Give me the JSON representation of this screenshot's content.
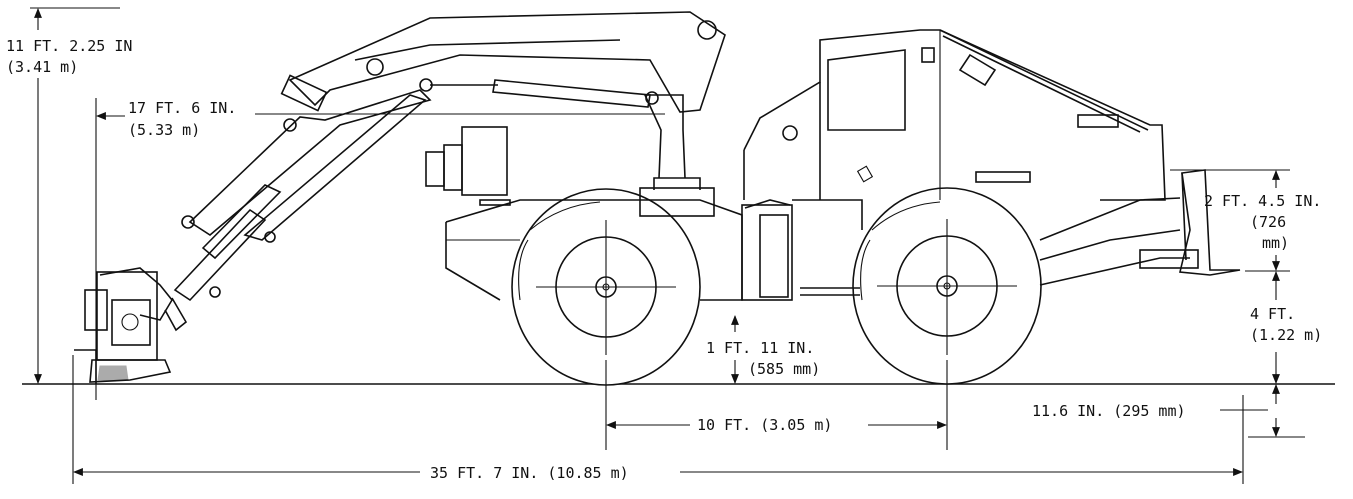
{
  "diagram": {
    "dimensions": {
      "overall_height": {
        "line1": "11 FT. 2.25 IN",
        "line2": "(3.41 m)"
      },
      "boom_reach": {
        "line1": "17 FT. 6 IN.",
        "line2": "(5.33 m)"
      },
      "blade_height": {
        "line1": "2 FT. 4.5 IN.",
        "line2": "(726",
        "line3": "mm)"
      },
      "blade_lift": {
        "line1": "4 FT.",
        "line2": "(1.22 m)"
      },
      "ground_clearance": {
        "line1": "1 FT. 11 IN.",
        "line2": "(585 mm)"
      },
      "wheelbase": {
        "label": "10 FT. (3.05 m)"
      },
      "blade_drop": {
        "label": "11.6 IN. (295 mm)"
      },
      "overall_length": {
        "label": "35 FT. 7 IN. (10.85 m)"
      }
    }
  }
}
